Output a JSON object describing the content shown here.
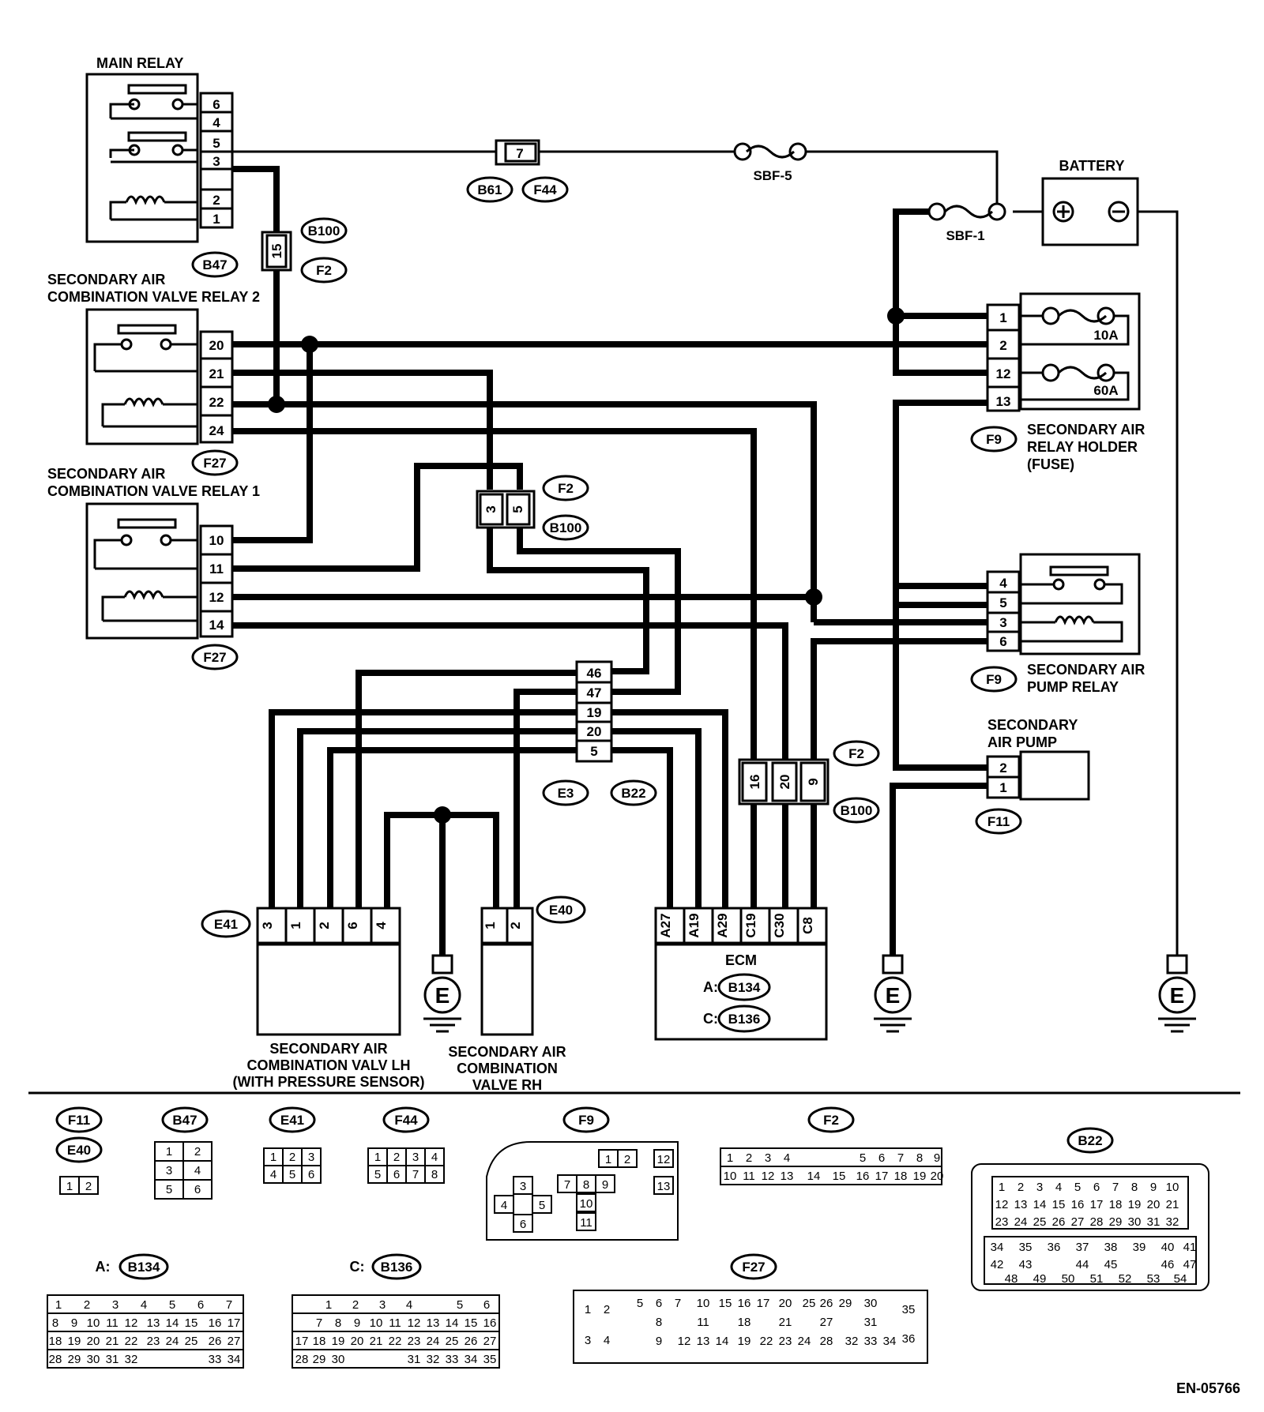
{
  "components": {
    "main_relay": {
      "label": "MAIN RELAY",
      "connector": "B47",
      "pins": [
        "6",
        "4",
        "5",
        "3",
        "2",
        "1"
      ]
    },
    "relay2": {
      "label_line1": "SECONDARY AIR",
      "label_line2": "COMBINATION VALVE RELAY 2",
      "connector": "F27",
      "pins": [
        "20",
        "21",
        "22",
        "24"
      ]
    },
    "relay1": {
      "label_line1": "SECONDARY AIR",
      "label_line2": "COMBINATION VALVE RELAY 1",
      "connector": "F27",
      "pins": [
        "10",
        "11",
        "12",
        "14"
      ]
    },
    "battery": {
      "label": "BATTERY"
    },
    "sbf5": "SBF-5",
    "sbf1": "SBF-1",
    "fuse_7": {
      "pin": "7",
      "tags": [
        "B61",
        "F44"
      ]
    },
    "fuse_15": {
      "pin": "15",
      "tags": [
        "B100",
        "F2"
      ]
    },
    "relay_holder": {
      "connector": "F9",
      "line1": "SECONDARY AIR",
      "line2": "RELAY HOLDER",
      "line3": "(FUSE)",
      "pins": [
        "1",
        "2",
        "12",
        "13"
      ],
      "fuse_a": "10A",
      "fuse_b": "60A"
    },
    "pump_relay": {
      "connector": "F9",
      "line1": "SECONDARY AIR",
      "line2": "PUMP RELAY",
      "pins": [
        "4",
        "5",
        "3",
        "6"
      ]
    },
    "pump": {
      "line1": "SECONDARY",
      "line2": "AIR PUMP",
      "connector": "F11",
      "pins": [
        "2",
        "1"
      ]
    },
    "conn_35": {
      "pins": [
        "3",
        "5"
      ],
      "tags": [
        "F2",
        "B100"
      ]
    },
    "conn_e3": {
      "pins": [
        "46",
        "47",
        "19",
        "20",
        "5"
      ],
      "tags": [
        "E3",
        "B22"
      ]
    },
    "conn_16": {
      "pins": [
        "16",
        "20",
        "9"
      ],
      "tags": [
        "F2",
        "B100"
      ]
    },
    "valve_lh": {
      "connector": "E41",
      "pins": [
        "3",
        "1",
        "2",
        "6",
        "4"
      ],
      "line1": "SECONDARY AIR",
      "line2": "COMBINATION VALV LH",
      "line3": "(WITH PRESSURE SENSOR)"
    },
    "valve_rh": {
      "connector": "E40",
      "pins": [
        "1",
        "2"
      ],
      "line1": "SECONDARY AIR",
      "line2": "COMBINATION",
      "line3": "VALVE RH"
    },
    "ecm": {
      "label": "ECM",
      "pins": [
        "A27",
        "A19",
        "A29",
        "C19",
        "C30",
        "C8"
      ],
      "a_prefix": "A:",
      "a_conn": "B134",
      "c_prefix": "C:",
      "c_conn": "B136"
    },
    "ground": "E"
  },
  "connector_views": {
    "F11": "F11",
    "E40": "E40",
    "B47": "B47",
    "E41": "E41",
    "F44": "F44",
    "F9": "F9",
    "F2": "F2",
    "B22": "B22",
    "B134": "B134",
    "B136": "B136",
    "F27": "F27",
    "a_prefix": "A:",
    "c_prefix": "C:"
  },
  "footer_code": "EN-05766"
}
